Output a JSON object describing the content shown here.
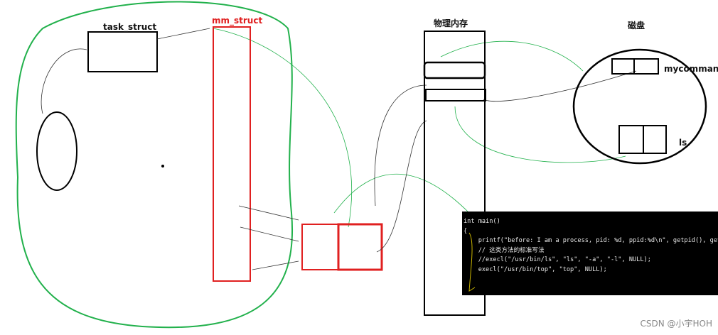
{
  "labels": {
    "task_struct": "task_struct",
    "mm_struct": "mm_struct",
    "physical_memory": "物理内存",
    "disk": "磁盘",
    "mycommand": "mycomman",
    "ls": "ls"
  },
  "code": {
    "lines": [
      "int main()",
      "{",
      "    printf(\"before: I am a process, pid: %d, ppid:%d\\n\", getpid(), getppid())",
      "",
      "    // 这类方法的标准写法",
      "    //execl(\"/usr/bin/ls\", \"ls\", \"-a\", \"-l\", NULL);",
      "    execl(\"/usr/bin/top\", \"top\", NULL);"
    ]
  },
  "watermark": "CSDN @小宇HOH",
  "colors": {
    "green": "#22b14c",
    "red": "#e02020",
    "annotation": "#c8b400"
  }
}
